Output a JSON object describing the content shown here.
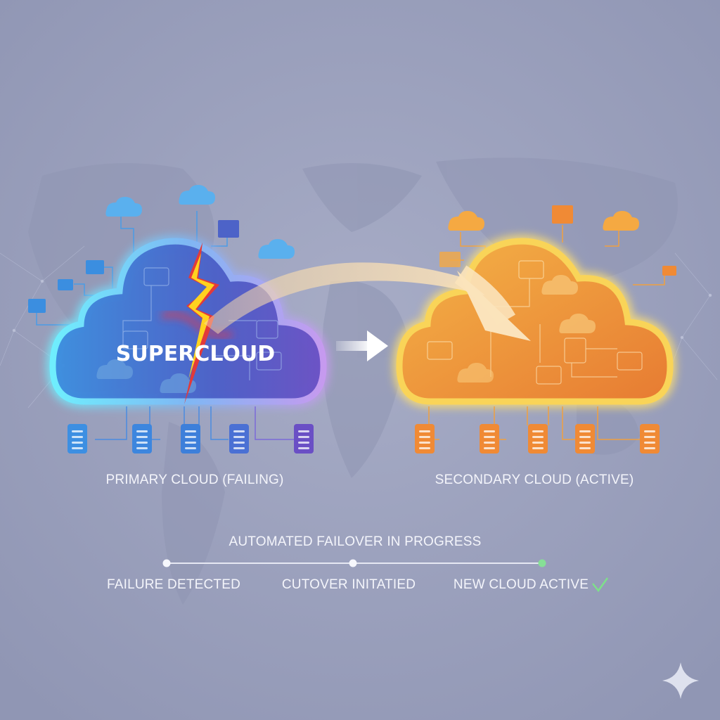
{
  "primary_cloud": {
    "brand": "SUPERCLOUD",
    "label": "PRIMARY CLOUD (FAILING)"
  },
  "secondary_cloud": {
    "label": "SECONDARY CLOUD (ACTIVE)"
  },
  "progress": {
    "title": "AUTOMATED FAILOVER IN PROGRESS",
    "steps": [
      {
        "label": "FAILURE DETECTED",
        "status": "done"
      },
      {
        "label": "CUTOVER INITATIED",
        "status": "done"
      },
      {
        "label": "NEW CLOUD ACTIVE",
        "status": "complete",
        "icon": "check-icon"
      }
    ]
  },
  "colors": {
    "background": "#979db9",
    "primary_start": "#5ee0f5",
    "primary_end": "#b07ee0",
    "secondary": "#f5a23a",
    "success": "#7ee08a",
    "bolt": "#ffd21f"
  }
}
